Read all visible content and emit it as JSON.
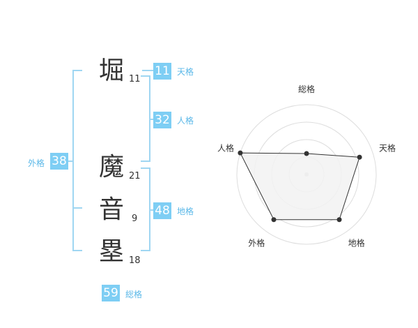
{
  "name": {
    "chars": [
      {
        "char": "堀",
        "strokes": "11"
      },
      {
        "char": "魔",
        "strokes": "21"
      },
      {
        "char": "音",
        "strokes": "9"
      },
      {
        "char": "塁",
        "strokes": "18"
      }
    ]
  },
  "fortune": {
    "tenkaku": {
      "label": "天格",
      "value": "11"
    },
    "jinkaku": {
      "label": "人格",
      "value": "32"
    },
    "chikaku": {
      "label": "地格",
      "value": "48"
    },
    "gaikaku": {
      "label": "外格",
      "value": "38"
    },
    "soukaku": {
      "label": "総格",
      "value": "59"
    }
  },
  "chart_data": {
    "type": "radar",
    "axes": [
      "総格",
      "天格",
      "地格",
      "外格",
      "人格"
    ],
    "values": [
      0.3,
      0.8,
      0.8,
      0.8,
      1.0
    ],
    "max": 1.0,
    "rings": 4,
    "colors": {
      "fill": "#f2f2f2",
      "stroke": "#333333",
      "grid": "#dddddd",
      "point": "#333333"
    }
  }
}
